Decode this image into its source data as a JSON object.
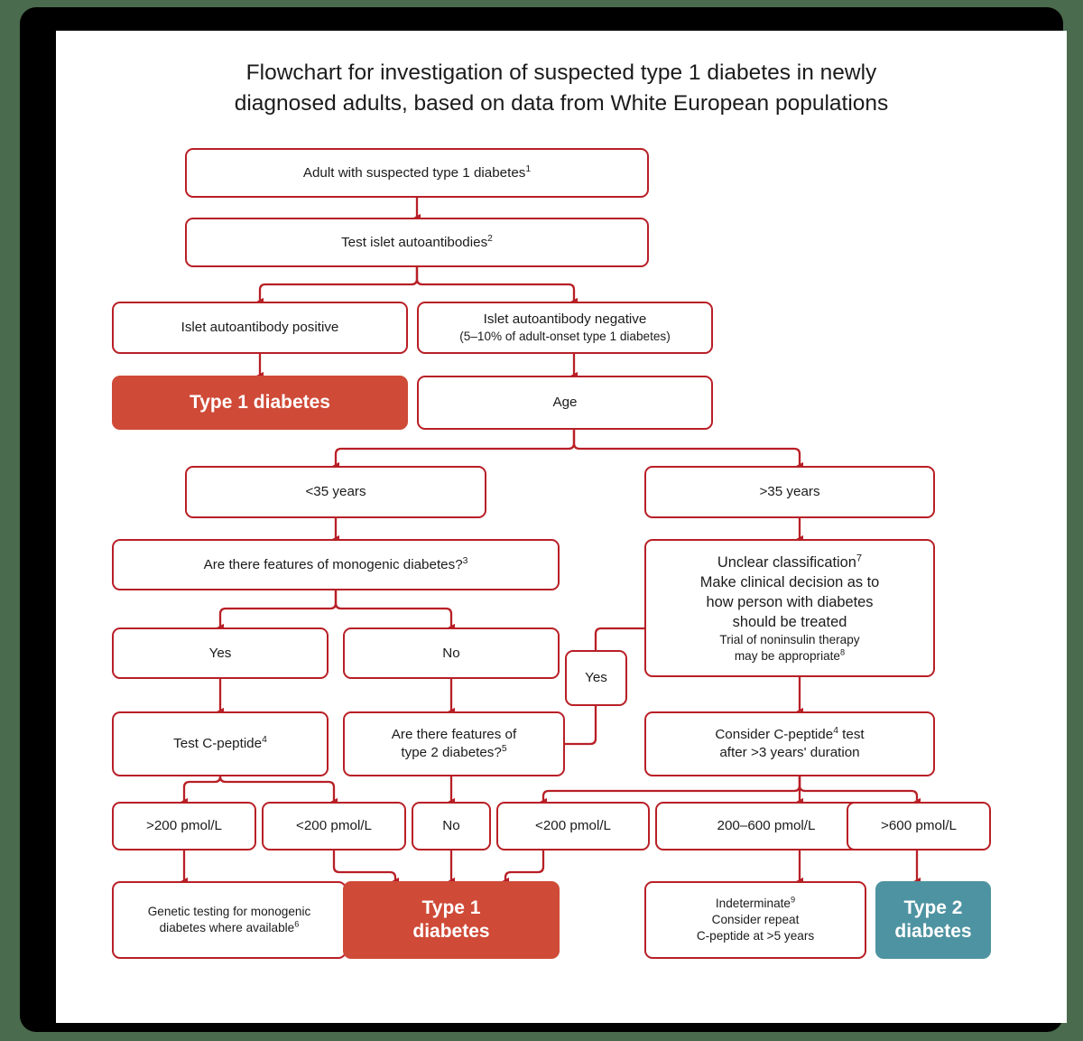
{
  "title": {
    "line1": "Flowchart for investigation of suspected type 1 diabetes in newly",
    "line2": "diagnosed adults, based on data from White European populations"
  },
  "colors": {
    "border_red": "#b81f26",
    "type1_fill": "#cf4a37",
    "type2_fill": "#4e93a1",
    "card_background": "#ffffff",
    "frame": "#000000",
    "page_background": "#4a6b4d",
    "text": "#1b1b1b"
  },
  "nodes": {
    "adult_suspected": {
      "text": "Adult with suspected type 1 diabetes",
      "sup": "1"
    },
    "test_islet": {
      "text": "Test islet autoantibodies",
      "sup": "2"
    },
    "islet_positive": {
      "text": "Islet autoantibody positive"
    },
    "islet_negative": {
      "line1": "Islet autoantibody negative",
      "line2": "(5–10% of adult-onset type 1 diabetes)"
    },
    "type1_top": {
      "text": "Type 1 diabetes"
    },
    "age": {
      "text": "Age"
    },
    "under35": {
      "text": "<35 years"
    },
    "over35": {
      "text": ">35 years"
    },
    "monogenic_q": {
      "text": "Are there features of monogenic diabetes?",
      "sup": "3"
    },
    "unclear": {
      "line1": "Unclear classification",
      "line1_sup": "7",
      "line2": "Make clinical decision as to",
      "line3": "how person with diabetes",
      "line4": "should be treated",
      "line5": "Trial of noninsulin therapy",
      "line6": "may be appropriate",
      "line6_sup": "8"
    },
    "yes_monogenic": {
      "text": "Yes"
    },
    "no_monogenic": {
      "text": "No"
    },
    "yes_type2": {
      "text": "Yes"
    },
    "test_cpeptide": {
      "text": "Test C-peptide",
      "sup": "4"
    },
    "type2_q": {
      "line1": "Are there features of",
      "line2": "type 2 diabetes?",
      "line2_sup": "5"
    },
    "consider_cpeptide": {
      "line1_a": "Consider C-peptide",
      "line1_sup": "4",
      "line1_b": " test",
      "line2": "after >3 years' duration"
    },
    "gt200": {
      "text": ">200 pmol/L"
    },
    "lt200_a": {
      "text": "<200 pmol/L"
    },
    "no_type2": {
      "text": "No"
    },
    "lt200_b": {
      "text": "<200 pmol/L"
    },
    "range_200_600": {
      "text": "200–600 pmol/L"
    },
    "gt600": {
      "text": ">600 pmol/L"
    },
    "genetic_testing": {
      "line1": "Genetic testing for monogenic",
      "line2": "diabetes where available",
      "line2_sup": "6"
    },
    "type1_bottom": {
      "line1": "Type 1",
      "line2": "diabetes"
    },
    "indeterminate": {
      "line1": "Indeterminate",
      "line1_sup": "9",
      "line2": "Consider repeat",
      "line3": "C-peptide at >5 years"
    },
    "type2_bottom": {
      "line1": "Type 2",
      "line2": "diabetes"
    }
  }
}
